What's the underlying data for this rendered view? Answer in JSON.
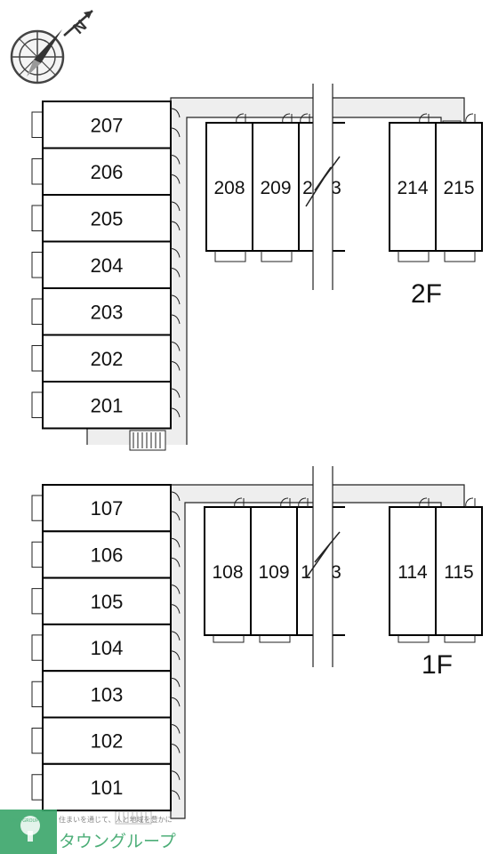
{
  "compass": {
    "letter": "N"
  },
  "floors": [
    {
      "label": "2F",
      "left_units": [
        "207",
        "206",
        "205",
        "204",
        "203",
        "202",
        "201"
      ],
      "right_units": [
        "208",
        "209",
        "2",
        "3",
        "214",
        "215"
      ]
    },
    {
      "label": "1F",
      "left_units": [
        "107",
        "106",
        "105",
        "104",
        "103",
        "102",
        "101"
      ],
      "right_units": [
        "108",
        "109",
        "1",
        "3",
        "114",
        "115"
      ]
    }
  ],
  "logo": {
    "name": "タウングループ",
    "tagline": "住まいを通じて、人と地域を豊かに",
    "emblem_text": "TOWN GROUP"
  }
}
